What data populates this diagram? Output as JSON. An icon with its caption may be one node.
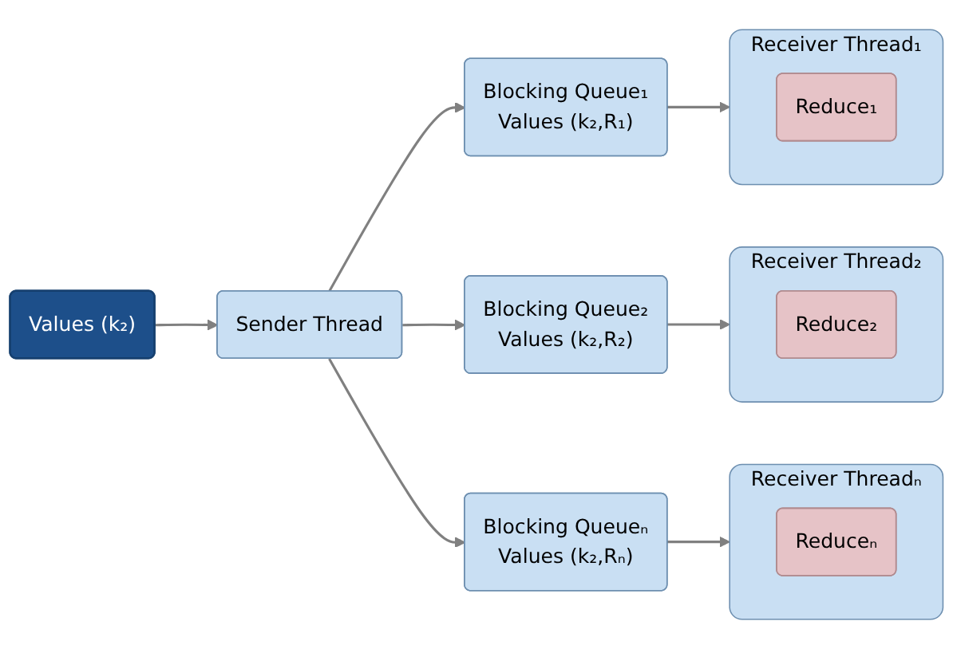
{
  "diagram": {
    "nodes": [
      {
        "text": [
          "Values (k₂)"
        ]
      },
      {
        "text": [
          "Sender Thread"
        ]
      },
      {
        "text": [
          "Blocking Queue₁",
          "Values (k₂,R₁)"
        ]
      },
      {
        "text": [
          "Receiver Thread₁"
        ]
      },
      {
        "text": [
          "Reduce₁"
        ],
        "in": 3
      },
      {
        "text": [
          "Blocking Queue₂",
          "Values (k₂,R₂)"
        ]
      },
      {
        "text": [
          "Receiver Thread₂"
        ]
      },
      {
        "text": [
          "Reduce₂"
        ],
        "in": 6
      },
      {
        "text": [
          "Blocking Queueₙ",
          "Values (k₂,Rₙ)"
        ]
      },
      {
        "text": [
          "Receiver Threadₙ"
        ]
      },
      {
        "text": [
          "Reduceₙ"
        ],
        "in": 9
      }
    ],
    "edges": [
      {
        "from": 0,
        "to": 1,
        "arrow": "to"
      },
      {
        "from": 1,
        "to": 2,
        "arrow": "to"
      },
      {
        "from": 1,
        "to": 5,
        "arrow": "to"
      },
      {
        "from": 1,
        "to": 8,
        "arrow": "to"
      },
      {
        "from": 2,
        "to": 3,
        "arrow": "to"
      },
      {
        "from": 5,
        "to": 6,
        "arrow": "to"
      },
      {
        "from": 8,
        "to": 9,
        "arrow": "to"
      }
    ]
  }
}
